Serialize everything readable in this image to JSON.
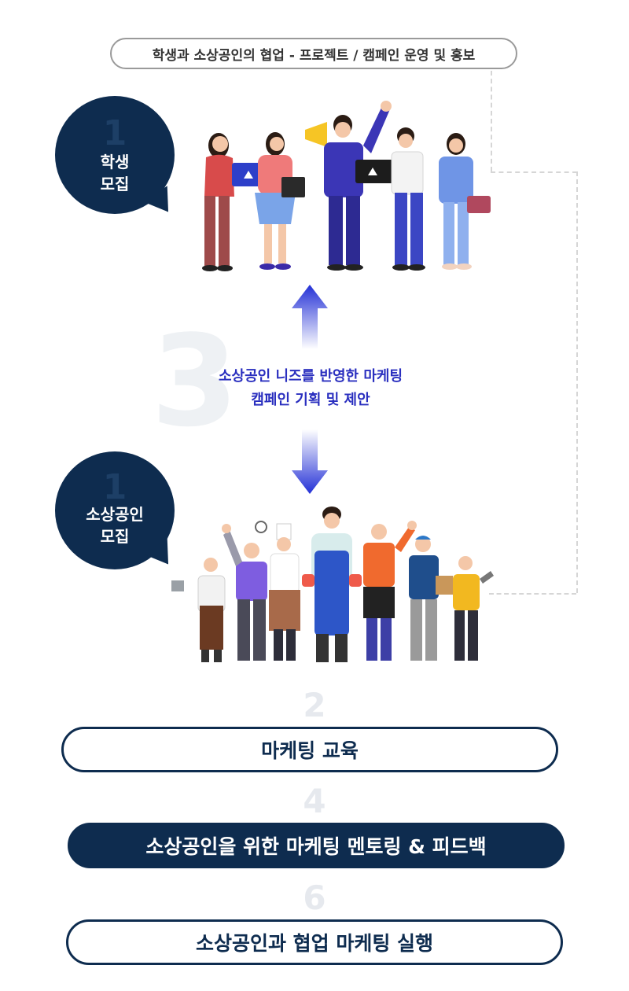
{
  "header": {
    "title": "학생과 소상공인의 협업 - 프로젝트 / 캠페인 운영 및 홍보"
  },
  "students": {
    "number": "1",
    "label_line1": "학생",
    "label_line2": "모집"
  },
  "merchants": {
    "number": "1",
    "label_line1": "소상공인",
    "label_line2": "모집"
  },
  "center": {
    "number": "3",
    "line1": "소상공인 니즈를 반영한 마케팅",
    "line2": "캠페인 기획 및 제안"
  },
  "steps": [
    {
      "number": "2",
      "label": "마케팅 교육"
    },
    {
      "number": "4",
      "label": "소상공인을 위한 마케팅 멘토링 & 피드백"
    },
    {
      "number": "6",
      "label": "소상공인과 협업 마케팅 실행"
    }
  ],
  "colors": {
    "navy": "#0e2c4f",
    "arrow_blue": "#2330d6",
    "accent_text": "#2a2fbf"
  }
}
